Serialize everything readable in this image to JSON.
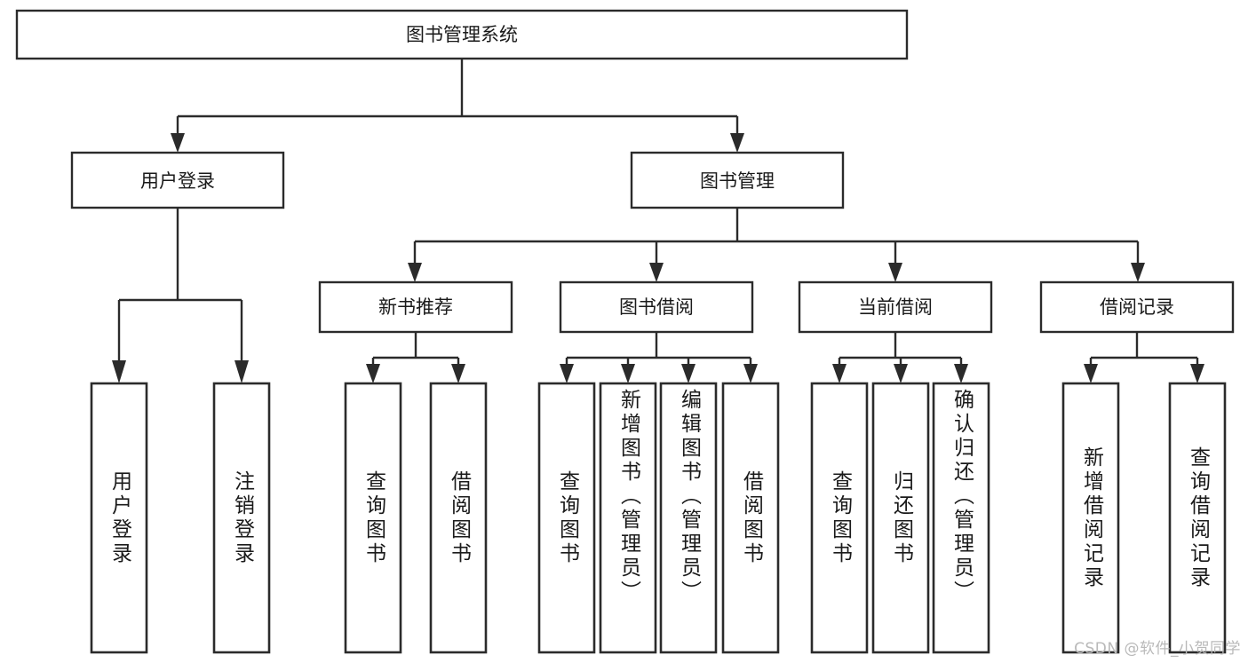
{
  "diagram": {
    "type": "tree-hierarchy",
    "title": "图书管理系统",
    "orientation": "top-down",
    "colors": {
      "box_stroke": "#2b2b2b",
      "box_fill": "#ffffff",
      "line": "#2b2b2b",
      "text": "#1a1a1a",
      "background": "#ffffff",
      "watermark": "#b9b9b9"
    },
    "root": {
      "label": "图书管理系统"
    },
    "level2": [
      {
        "label": "用户登录"
      },
      {
        "label": "图书管理"
      }
    ],
    "level3": [
      {
        "label": "新书推荐"
      },
      {
        "label": "图书借阅"
      },
      {
        "label": "当前借阅"
      },
      {
        "label": "借阅记录"
      }
    ],
    "leaves": {
      "user_login": [
        {
          "label": "用户登录"
        },
        {
          "label": "注销登录"
        }
      ],
      "new_book_recommend": [
        {
          "label": "查询图书"
        },
        {
          "label": "借阅图书"
        }
      ],
      "book_borrow": [
        {
          "label": "查询图书"
        },
        {
          "label": "新增图书（管理员）"
        },
        {
          "label": "编辑图书（管理员）"
        },
        {
          "label": "借阅图书"
        }
      ],
      "current_borrow": [
        {
          "label": "查询图书"
        },
        {
          "label": "归还图书"
        },
        {
          "label": "确认归还（管理员）"
        }
      ],
      "borrow_record": [
        {
          "label": "新增借阅记录"
        },
        {
          "label": "查询借阅记录"
        }
      ]
    },
    "watermark": "CSDN @软件_小贺同学"
  }
}
